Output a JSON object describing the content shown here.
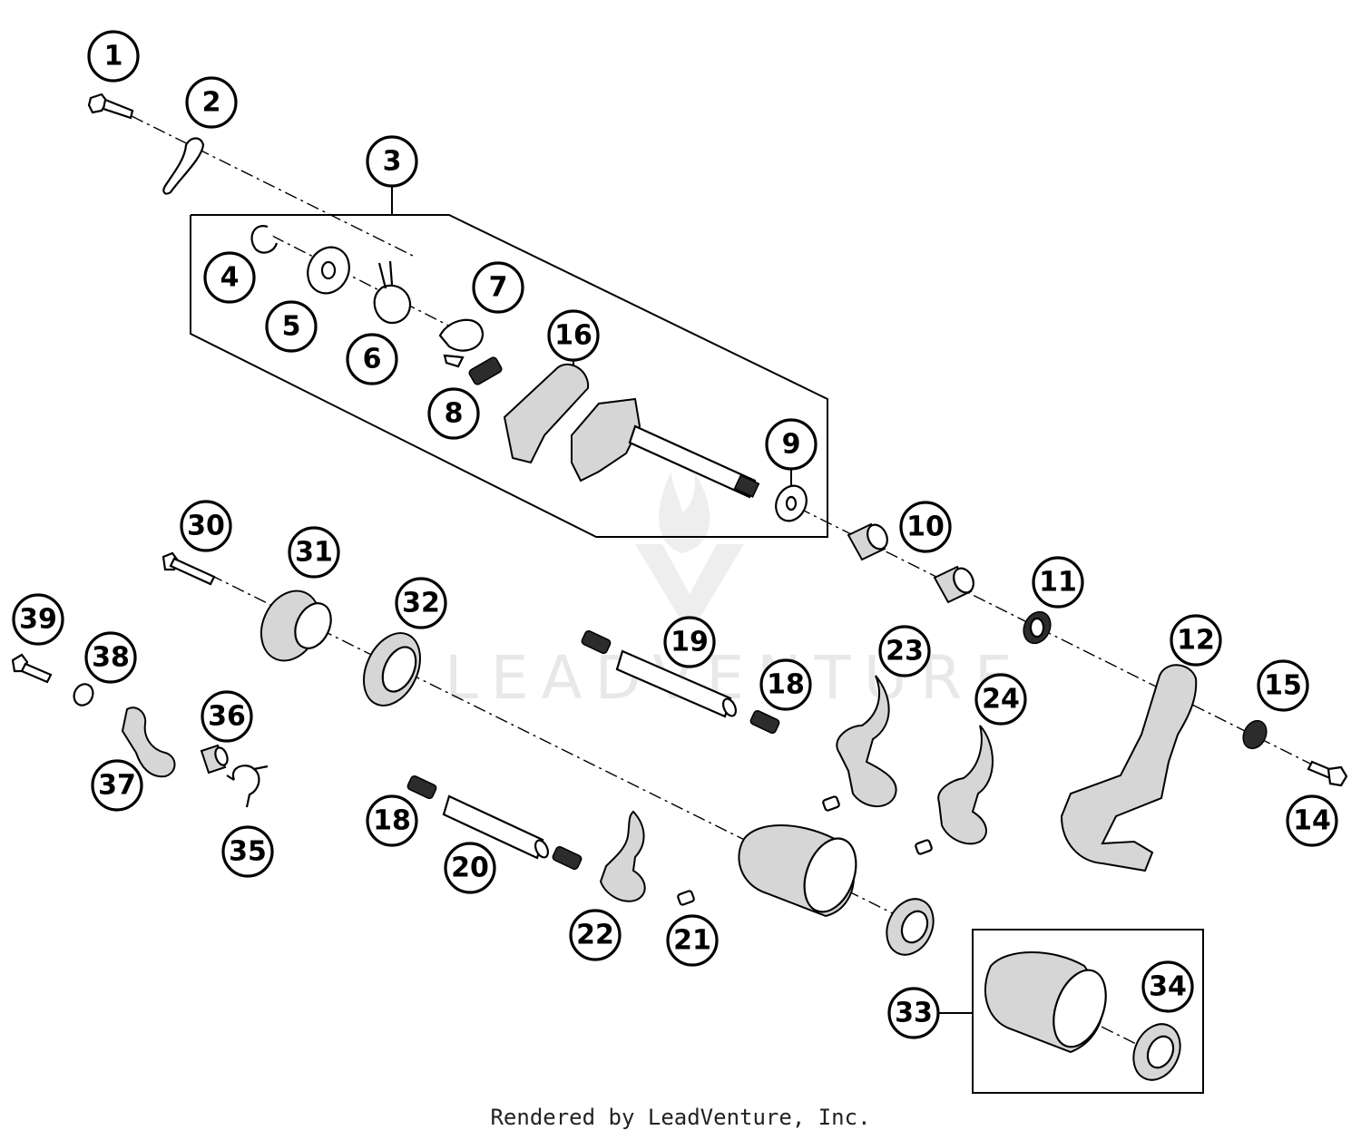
{
  "watermark": {
    "text": "LEADVENTURE"
  },
  "footer": {
    "credit": "Rendered by LeadVenture, Inc."
  },
  "callouts": [
    {
      "id": "c1",
      "label": "1"
    },
    {
      "id": "c2",
      "label": "2"
    },
    {
      "id": "c3",
      "label": "3"
    },
    {
      "id": "c4",
      "label": "4"
    },
    {
      "id": "c5",
      "label": "5"
    },
    {
      "id": "c6",
      "label": "6"
    },
    {
      "id": "c7",
      "label": "7"
    },
    {
      "id": "c8",
      "label": "8"
    },
    {
      "id": "c16",
      "label": "16"
    },
    {
      "id": "c9",
      "label": "9"
    },
    {
      "id": "c10",
      "label": "10"
    },
    {
      "id": "c11",
      "label": "11"
    },
    {
      "id": "c12",
      "label": "12"
    },
    {
      "id": "c15",
      "label": "15"
    },
    {
      "id": "c14",
      "label": "14"
    },
    {
      "id": "c30",
      "label": "30"
    },
    {
      "id": "c31",
      "label": "31"
    },
    {
      "id": "c32",
      "label": "32"
    },
    {
      "id": "c19",
      "label": "19"
    },
    {
      "id": "c18a",
      "label": "18"
    },
    {
      "id": "c23",
      "label": "23"
    },
    {
      "id": "c24",
      "label": "24"
    },
    {
      "id": "c39",
      "label": "39"
    },
    {
      "id": "c38",
      "label": "38"
    },
    {
      "id": "c36",
      "label": "36"
    },
    {
      "id": "c37",
      "label": "37"
    },
    {
      "id": "c35",
      "label": "35"
    },
    {
      "id": "c18b",
      "label": "18"
    },
    {
      "id": "c20",
      "label": "20"
    },
    {
      "id": "c22",
      "label": "22"
    },
    {
      "id": "c21",
      "label": "21"
    },
    {
      "id": "c33",
      "label": "33"
    },
    {
      "id": "c34",
      "label": "34"
    }
  ]
}
